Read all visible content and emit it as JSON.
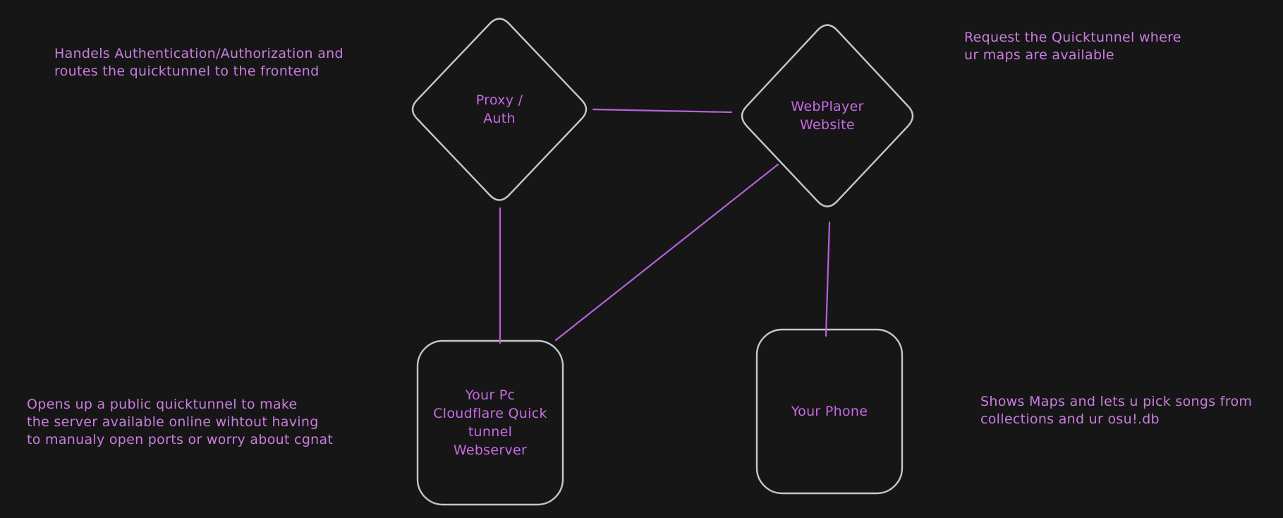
{
  "diagram": {
    "theme": "dark",
    "colors": {
      "background": "#161616",
      "node_stroke": "#c3c7cd",
      "connector": "#b661dd",
      "node_label_text": "#c76ae4",
      "annotation_text": "#c97de0"
    },
    "nodes": [
      {
        "id": "proxy-auth",
        "shape": "diamond",
        "label_lines": [
          "Proxy /",
          "Auth"
        ]
      },
      {
        "id": "webplayer-website",
        "shape": "diamond",
        "label_lines": [
          "WebPlayer",
          "Website"
        ]
      },
      {
        "id": "your-pc",
        "shape": "rounded-rectangle",
        "label_lines": [
          "Your Pc",
          "Cloudflare Quick",
          "tunnel",
          "Webserver"
        ]
      },
      {
        "id": "your-phone",
        "shape": "rounded-rectangle",
        "label_lines": [
          "Your Phone"
        ]
      }
    ],
    "edges": [
      {
        "from": "proxy-auth",
        "to": "webplayer-website"
      },
      {
        "from": "proxy-auth",
        "to": "your-pc"
      },
      {
        "from": "webplayer-website",
        "to": "your-pc"
      },
      {
        "from": "webplayer-website",
        "to": "your-phone"
      }
    ],
    "annotations": [
      {
        "id": "note-proxy-auth",
        "lines": [
          "Handels Authentication/Authorization and",
          "routes the quicktunnel to the frontend"
        ]
      },
      {
        "id": "note-webplayer",
        "lines": [
          "Request the Quicktunnel where",
          "ur maps are available"
        ]
      },
      {
        "id": "note-your-pc",
        "lines": [
          "Opens up a public quicktunnel to make",
          "the server available online wihtout having",
          "to manualy open ports or worry about cgnat"
        ]
      },
      {
        "id": "note-your-phone",
        "lines": [
          "Shows Maps and lets u pick songs from",
          "collections and ur osu!.db"
        ]
      }
    ]
  }
}
